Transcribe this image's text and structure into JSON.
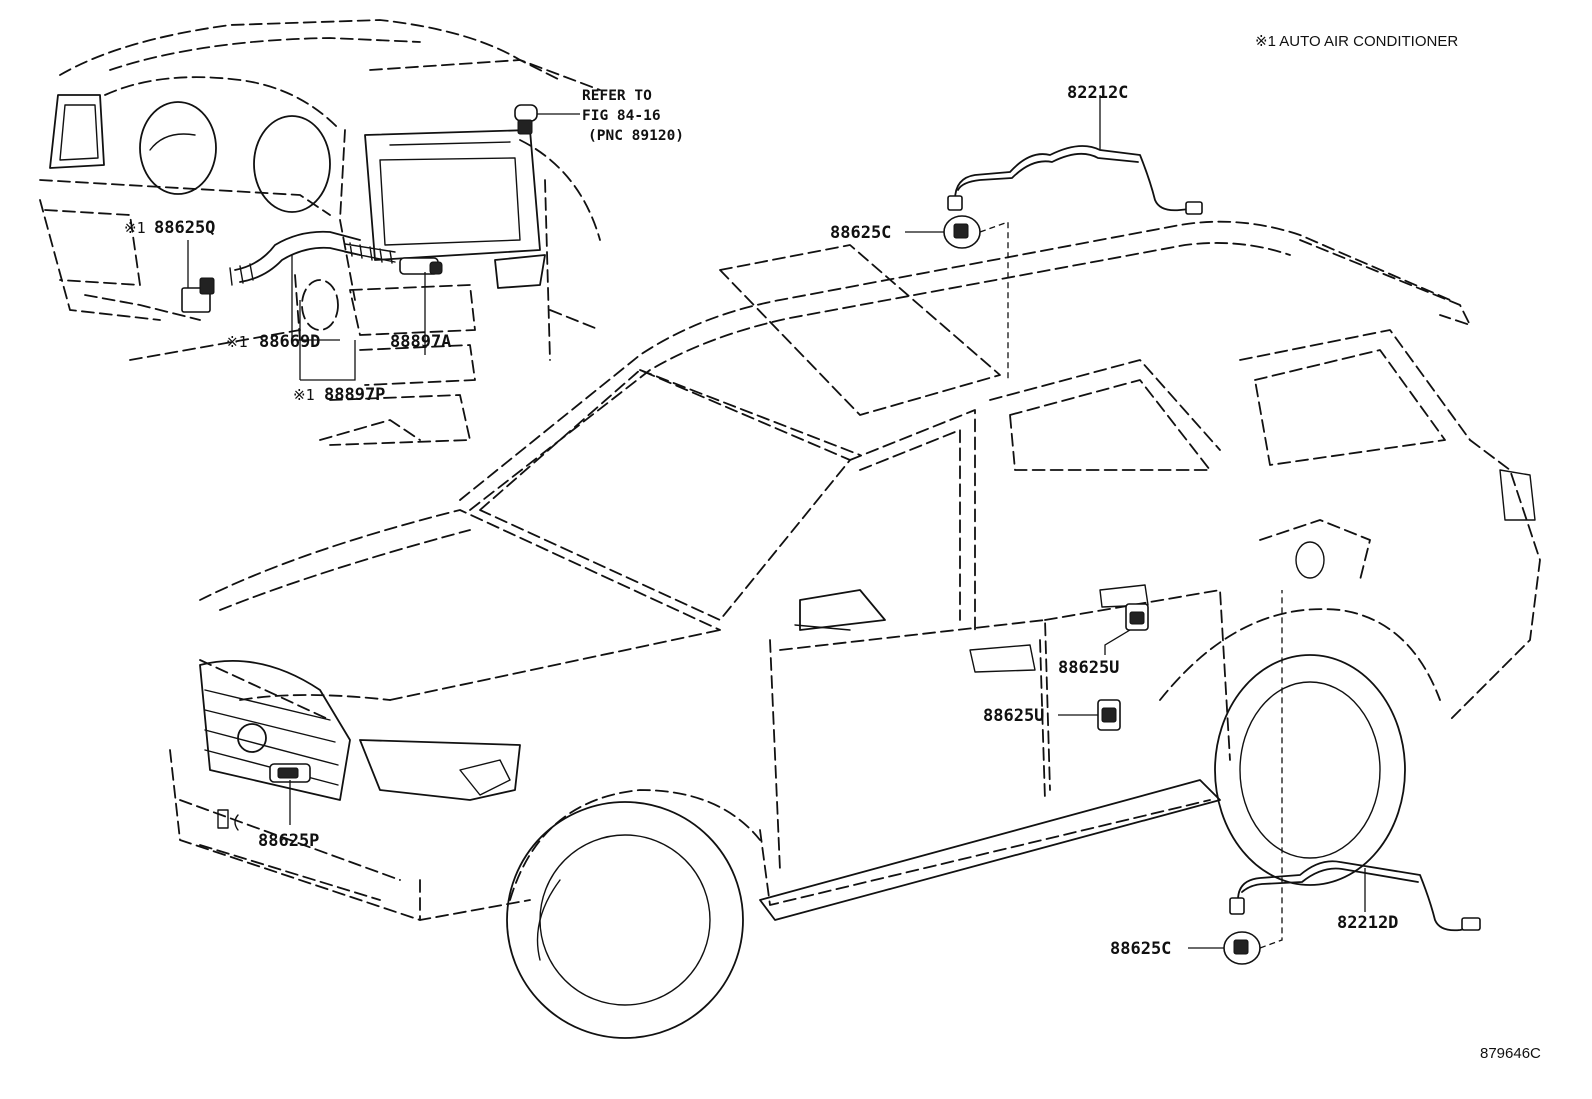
{
  "note": "※1 AUTO AIR CONDITIONER",
  "figure_code": "879646C",
  "refer": {
    "line1": "REFER TO",
    "line2": "FIG 84-16",
    "line3": "(PNC 89120)"
  },
  "labels": {
    "p82212C": "82212C",
    "p88625C_top": "88625C",
    "p88625Q": "88625Q",
    "p88669D": "88669D",
    "p88897A": "88897A",
    "p88897P": "88897P",
    "p88625U_upper": "88625U",
    "p88625U_lower": "88625U",
    "p88625P": "88625P",
    "p82212D": "82212D",
    "p88625C_bottom": "88625C"
  },
  "marks": {
    "q": "※1",
    "d": "※1",
    "p": "※1"
  }
}
